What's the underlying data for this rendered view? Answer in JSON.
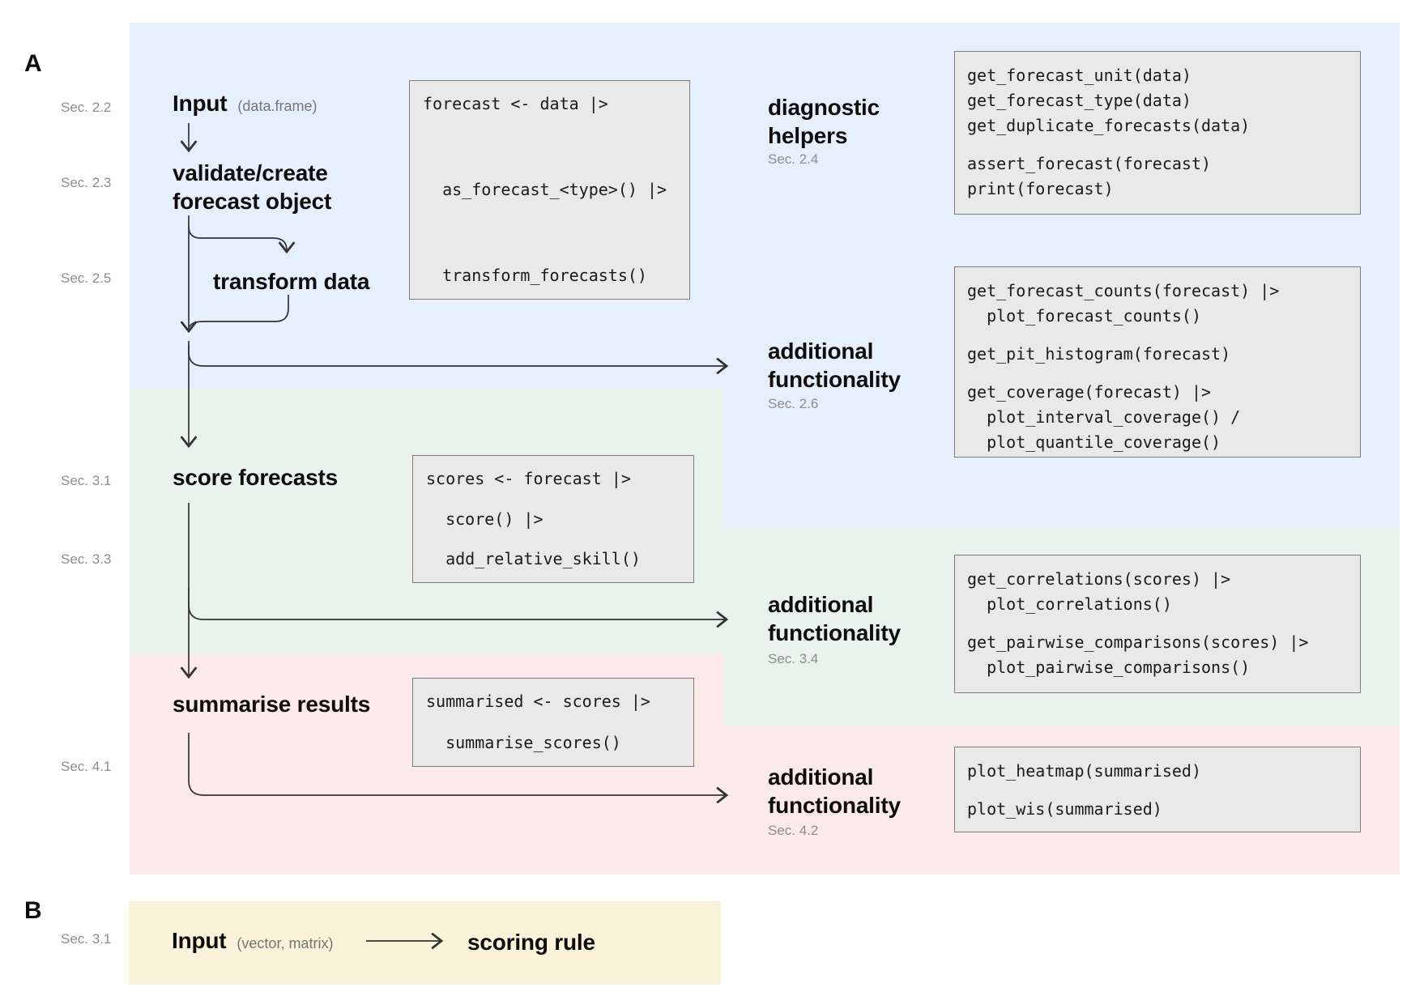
{
  "panels": {
    "a_label": "A",
    "b_label": "B"
  },
  "sections": {
    "sec_2_2": "Sec. 2.2",
    "sec_2_3": "Sec. 2.3",
    "sec_2_4": "Sec. 2.4",
    "sec_2_5": "Sec. 2.5",
    "sec_2_6": "Sec. 2.6",
    "sec_3_1": "Sec. 3.1",
    "sec_3_3": "Sec. 3.3",
    "sec_3_4": "Sec. 3.4",
    "sec_4_1": "Sec. 4.1",
    "sec_4_2": "Sec. 4.2",
    "sec_3_1_b": "Sec. 3.1"
  },
  "flow": {
    "input_title": "Input",
    "input_subtitle": "(data.frame)",
    "validate_line1": "validate/create",
    "validate_line2": "forecast object",
    "transform_label": "transform data",
    "score_label": "score forecasts",
    "summarise_label": "summarise results"
  },
  "right_headings": {
    "diagnostic_line1": "diagnostic",
    "diagnostic_line2": "helpers",
    "af26_line1": "additional",
    "af26_line2": "functionality",
    "af34_line1": "additional",
    "af34_line2": "functionality",
    "af42_line1": "additional",
    "af42_line2": "functionality"
  },
  "code_boxes": {
    "pipeline_main": {
      "lines": [
        "forecast <- data |>",
        "  as_forecast_<type>() |>",
        "  transform_forecasts()"
      ]
    },
    "diagnostic": {
      "lines": [
        "get_forecast_unit(data)",
        "get_forecast_type(data)",
        "get_duplicate_forecasts(data)",
        "",
        "assert_forecast(forecast)",
        "print(forecast)"
      ]
    },
    "af26": {
      "lines": [
        "get_forecast_counts(forecast) |>",
        "  plot_forecast_counts()",
        "",
        "get_pit_histogram(forecast)",
        "",
        "get_coverage(forecast) |>",
        "  plot_interval_coverage() /",
        "  plot_quantile_coverage()"
      ]
    },
    "score": {
      "lines": [
        "scores <- forecast |>",
        "  score() |>",
        "  add_relative_skill()"
      ]
    },
    "af34": {
      "lines": [
        "get_correlations(scores) |>",
        "  plot_correlations()",
        "",
        "get_pairwise_comparisons(scores) |>",
        "  plot_pairwise_comparisons()"
      ]
    },
    "summarise": {
      "lines": [
        "summarised <- scores |>",
        "  summarise_scores()"
      ]
    },
    "af42": {
      "lines": [
        "plot_heatmap(summarised)",
        "",
        "plot_wis(summarised)"
      ]
    }
  },
  "panel_b": {
    "input_title": "Input",
    "input_subtitle": "(vector, matrix)",
    "scoring_rule_label": "scoring rule"
  },
  "colors": {
    "band_blue": "#e6f0fc",
    "band_green": "#e8f3ed",
    "band_pink": "#fce9ec",
    "band_yellow": "#faf3d9",
    "code_box_bg": "#e9e9e9",
    "code_box_border": "#7d7d7d",
    "arrow": "#333333",
    "sec_label_gray": "#8d8d8d"
  }
}
